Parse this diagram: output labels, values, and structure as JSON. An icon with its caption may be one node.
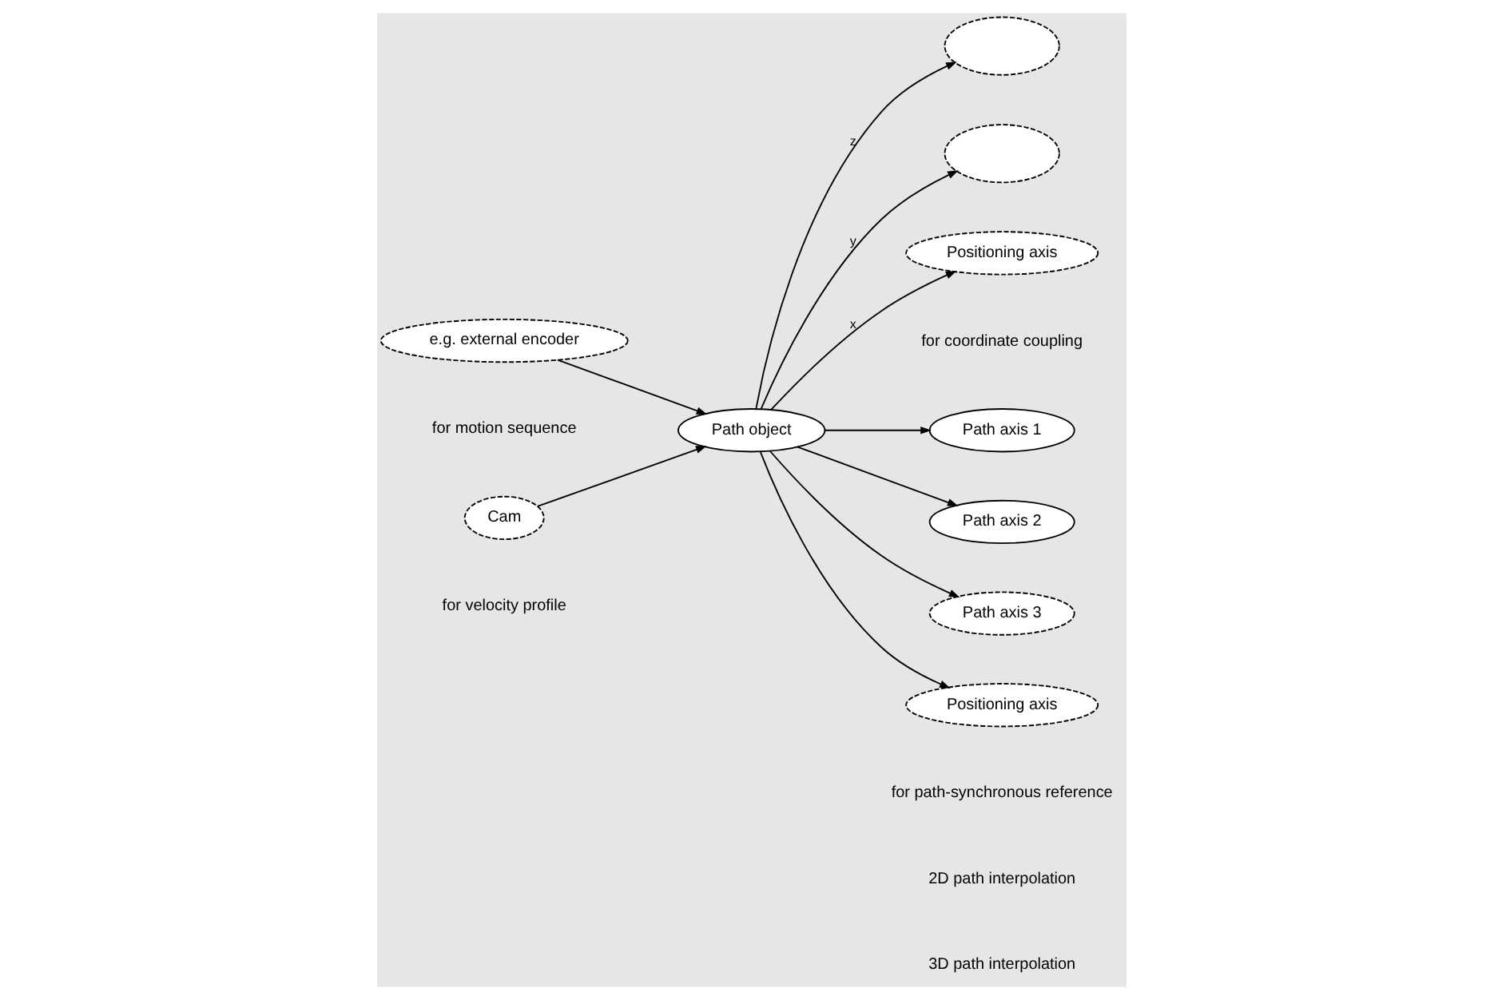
{
  "diagram": {
    "nodes": [
      {
        "text": [
          "e.g. external encoder"
        ],
        "beside": [
          "for motion sequence"
        ]
      },
      {
        "text": [
          "Cam"
        ],
        "beside": [
          "for velocity profile"
        ]
      },
      {
        "text": [
          "Path object"
        ]
      },
      {
        "text": [],
        "shape": "ellipse"
      },
      {
        "text": [],
        "shape": "ellipse"
      },
      {
        "text": [
          "Positioning axis"
        ],
        "beside": [
          "for coordinate coupling"
        ]
      },
      {
        "text": [
          "Path axis 1"
        ]
      },
      {
        "text": [
          "Path axis 2"
        ]
      },
      {
        "text": [
          "Path axis 3"
        ]
      },
      {
        "text": [
          "Positioning axis"
        ],
        "beside": [
          "for path-synchronous reference"
        ]
      }
    ],
    "edges": [
      {
        "from": 0,
        "to": 2,
        "arrow": "to"
      },
      {
        "from": 1,
        "to": 2,
        "arrow": "to"
      },
      {
        "from": 2,
        "to": 3,
        "arrow": "to",
        "label": "z"
      },
      {
        "from": 2,
        "to": 4,
        "arrow": "to",
        "label": "y"
      },
      {
        "from": 2,
        "to": 5,
        "arrow": "to",
        "label": "x"
      },
      {
        "from": 2,
        "to": 6,
        "arrow": "to"
      },
      {
        "from": 2,
        "to": 7,
        "arrow": "to"
      },
      {
        "from": 2,
        "to": 8,
        "arrow": "to"
      },
      {
        "from": 2,
        "to": 9,
        "arrow": "to"
      }
    ],
    "labels": [
      "2D path interpolation",
      "3D path interpolation"
    ]
  }
}
